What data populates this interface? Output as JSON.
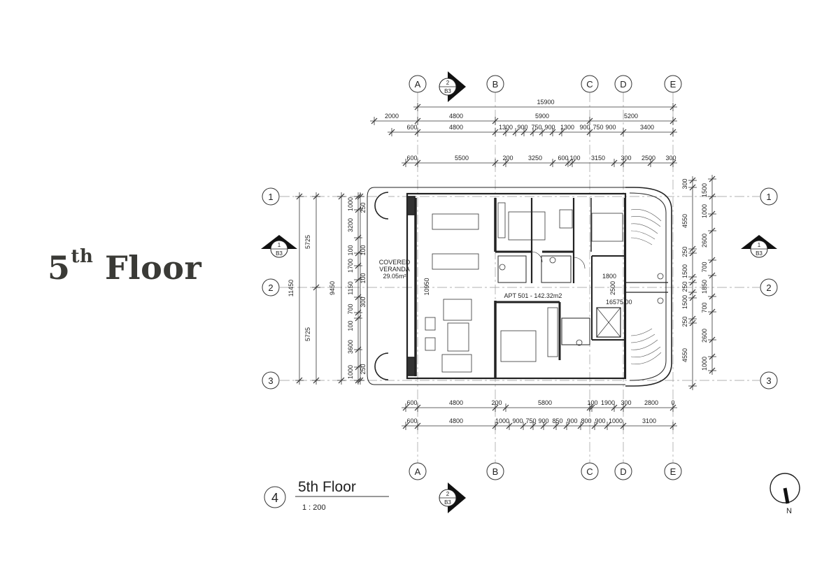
{
  "heading": {
    "number": "5",
    "suffix": "th",
    "word": "Floor"
  },
  "grid_columns": [
    "A",
    "B",
    "C",
    "D",
    "E"
  ],
  "grid_rows": [
    "1",
    "2",
    "3"
  ],
  "section_marker": {
    "number": "2",
    "sheet": "B3"
  },
  "side_marker": {
    "number": "1",
    "sheet": "B3"
  },
  "dims_top": {
    "overall": "15900",
    "row2": [
      "2000",
      "4800",
      "5900",
      "5200"
    ],
    "row3": [
      "600",
      "4800",
      "1300",
      "900",
      "750",
      "900",
      "1300",
      "900",
      "750",
      "900",
      "3400"
    ],
    "row4": [
      "600",
      "5500",
      "200",
      "3250",
      "600",
      "100",
      "3150",
      "300",
      "2500",
      "300"
    ]
  },
  "dims_bottom": {
    "row1": [
      "600",
      "4800",
      "200",
      "5800",
      "100",
      "1900",
      "300",
      "2800",
      "0"
    ],
    "row2": [
      "600",
      "4800",
      "1000",
      "900",
      "750",
      "900",
      "850",
      "900",
      "800",
      "900",
      "1000",
      "3100"
    ]
  },
  "dims_left": {
    "total": "11450",
    "halves": [
      "5725",
      "5725"
    ],
    "inner": "9450",
    "segments": [
      "1000",
      "3200",
      "100",
      "1700",
      "1150",
      "700",
      "100",
      "3600",
      "1000"
    ],
    "segments_b": [
      "250",
      "100",
      "100",
      "300",
      "250"
    ],
    "room": "10950"
  },
  "dims_right": {
    "outer": [
      "1500",
      "1000",
      "2600",
      "700",
      "1850",
      "700",
      "2600",
      "1000"
    ],
    "inner": [
      "300",
      "4550",
      "250",
      "1500",
      "250",
      "1500",
      "250",
      "4550"
    ]
  },
  "labels": {
    "veranda": [
      "COVERED",
      "VERANDA",
      "29.05m²"
    ],
    "apartment": "APT 501 - 142.32m2",
    "elevation": "16575.00",
    "dim_1800": "1800",
    "dim_2500": "2500"
  },
  "view_title": {
    "number": "4",
    "name": "5th Floor",
    "scale": "1 : 200"
  },
  "north": "N"
}
